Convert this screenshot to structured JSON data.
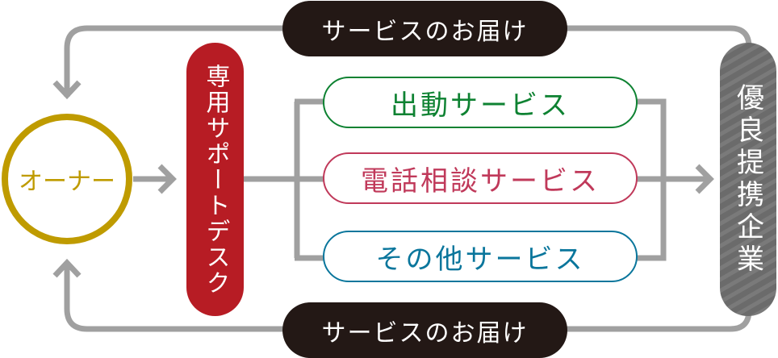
{
  "colors": {
    "owner": "#bf9b00",
    "desk": "#b71c24",
    "dispatch": "#0e8232",
    "phone": "#c0395a",
    "other": "#0a769c",
    "partner": "#6b6b6b",
    "delivery": "#231815",
    "line": "#a0a0a0"
  },
  "owner": {
    "label": "オーナー"
  },
  "desk": {
    "label": "専用サポートデスク"
  },
  "services": [
    {
      "label": "出動サービス"
    },
    {
      "label": "電話相談サービス"
    },
    {
      "label": "その他サービス"
    }
  ],
  "partner": {
    "label": "優良提携企業"
  },
  "delivery_top": {
    "label": "サービスのお届け"
  },
  "delivery_bottom": {
    "label": "サービスのお届け"
  }
}
